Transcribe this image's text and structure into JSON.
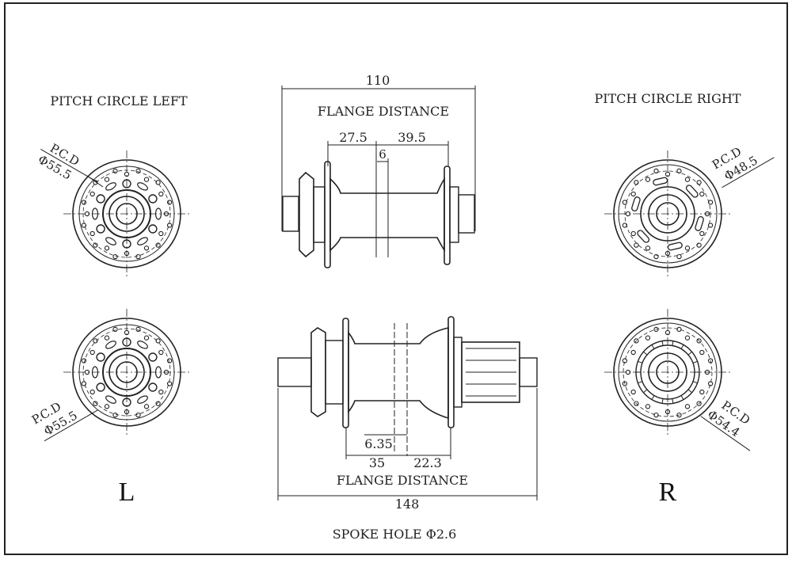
{
  "labels": {
    "pitch_left": "PITCH CIRCLE LEFT",
    "pitch_right": "PITCH CIRCLE RIGHT",
    "pcd": "P.C.D",
    "pcd_tl": "Φ55.5",
    "pcd_bl": "Φ55.5",
    "pcd_tr": "Φ48.5",
    "pcd_br": "Φ54.4",
    "side_left": "L",
    "side_right": "R",
    "spoke_hole": "SPOKE HOLE Φ2.6"
  },
  "front_hub": {
    "flange_distance": "FLANGE DISTANCE",
    "overall": "110",
    "left_offset": "27.5",
    "right_offset": "39.5",
    "rotor_offset": "6"
  },
  "rear_hub": {
    "flange_distance": "FLANGE DISTANCE",
    "overall": "148",
    "left_offset": "35",
    "right_offset": "22.3",
    "rotor_offset": "6.35"
  },
  "colors": {
    "line": "#222222",
    "background": "#ffffff"
  }
}
